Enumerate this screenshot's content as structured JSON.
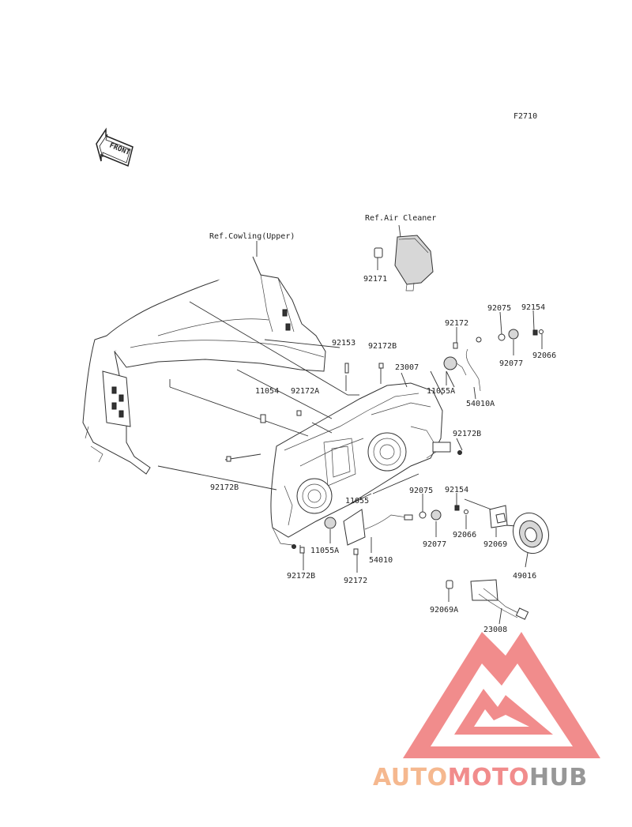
{
  "figure": {
    "code": "F2710",
    "direction_label": "FRONT"
  },
  "references": {
    "air_cleaner": "Ref.Air Cleaner",
    "cowling_upper": "Ref.Cowling(Upper)"
  },
  "parts": [
    "92171",
    "92075",
    "92154",
    "92172",
    "92153",
    "92172B",
    "23007",
    "92066",
    "92077",
    "11054",
    "92172A",
    "11055A",
    "54010A",
    "92172B",
    "92172B",
    "92075",
    "92154",
    "11055",
    "92066",
    "92077",
    "92069",
    "11055A",
    "54010",
    "49016",
    "92172B",
    "92172",
    "92069A",
    "23008"
  ],
  "watermark": {
    "part1": "AUTO",
    "part2": "MOTO",
    "part3": "HUB"
  },
  "colors": {
    "line": "#333333",
    "watermark_orange": "#f4b183",
    "watermark_red": "#f08080",
    "watermark_gray": "#8c8c8c"
  }
}
